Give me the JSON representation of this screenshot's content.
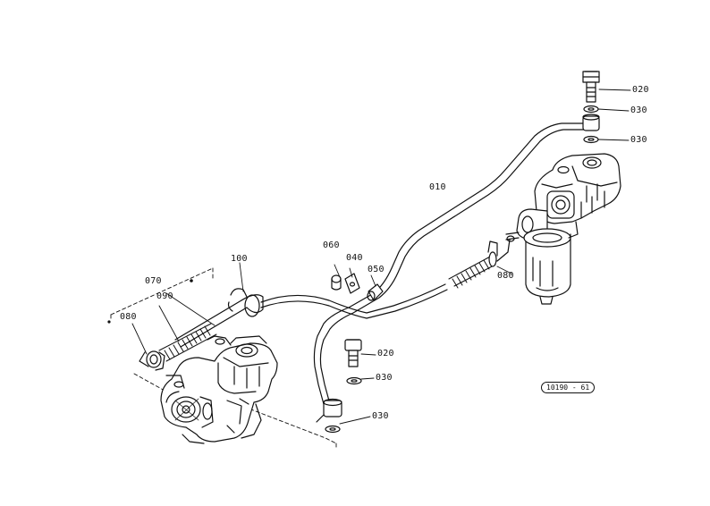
{
  "diagram": {
    "part_labels": {
      "p020_top": "020",
      "p030_top_a": "030",
      "p030_top_b": "030",
      "p010": "010",
      "p060": "060",
      "p040": "040",
      "p050": "050",
      "p080_right": "080",
      "p100": "100",
      "p070": "070",
      "p090": "090",
      "p080_left": "080",
      "p020_mid": "020",
      "p030_mid_a": "030",
      "p030_mid_b": "030"
    },
    "figure_code": "10190 - 61"
  },
  "colors": {
    "line": "#111111",
    "background": "#ffffff"
  }
}
